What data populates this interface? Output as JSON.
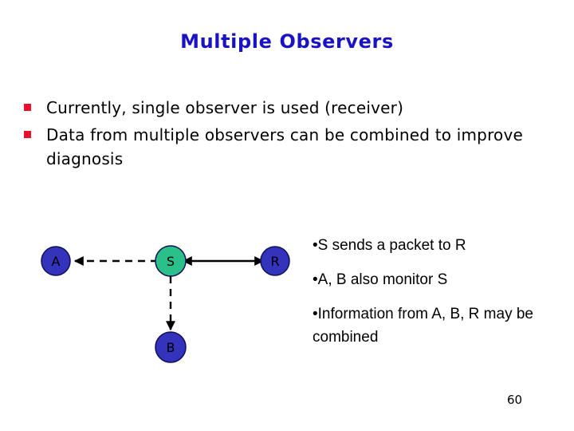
{
  "slide": {
    "title": "Multiple Observers",
    "title_color": "#1a13c4",
    "background_color": "#ffffff",
    "page_number": "60"
  },
  "bullets": {
    "marker_color": "#e8102a",
    "items": [
      {
        "text": "Currently, single observer is used (receiver)"
      },
      {
        "text": "Data from multiple observers can be combined to improve diagnosis"
      }
    ]
  },
  "diagram": {
    "node_colors": {
      "observer": "#3333bb",
      "sender": "#2bc08a",
      "outline": "#101055"
    },
    "nodes": [
      {
        "id": "A",
        "label": "A",
        "role": "observer"
      },
      {
        "id": "S",
        "label": "S",
        "role": "sender"
      },
      {
        "id": "R",
        "label": "R",
        "role": "observer"
      },
      {
        "id": "B",
        "label": "B",
        "role": "observer"
      }
    ],
    "edges": [
      {
        "from": "S",
        "to": "A",
        "style": "dashed",
        "arrows": "single"
      },
      {
        "from": "S",
        "to": "R",
        "style": "solid",
        "arrows": "double"
      },
      {
        "from": "S",
        "to": "B",
        "style": "dashed",
        "arrows": "single"
      }
    ]
  },
  "notes": {
    "bullet_glyph": "•",
    "items": [
      {
        "text": "S sends a packet to R"
      },
      {
        "text": "A, B also monitor S"
      },
      {
        "text": "Information from A, B, R may be combined"
      }
    ]
  }
}
